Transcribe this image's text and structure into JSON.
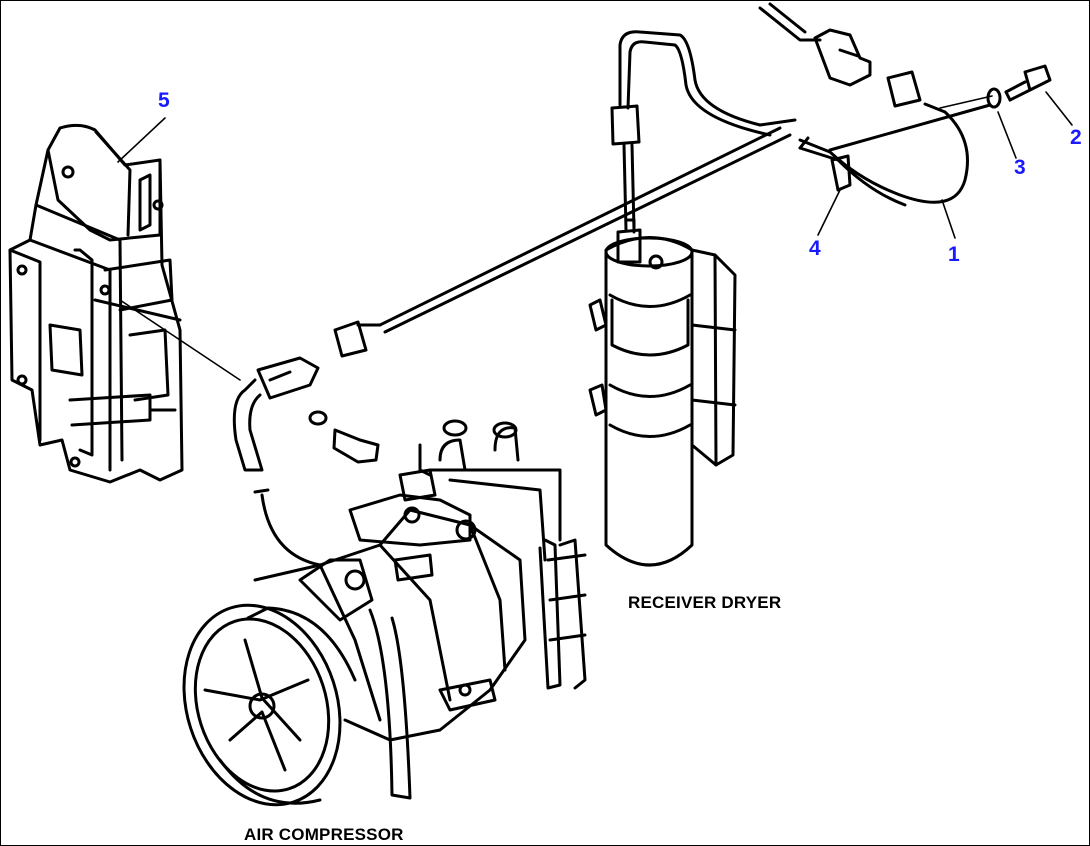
{
  "colors": {
    "line": "#000000",
    "callout": "#1a1aff",
    "background": "#ffffff"
  },
  "callouts": {
    "c1": "1",
    "c2": "2",
    "c3": "3",
    "c4": "4",
    "c5": "5"
  },
  "captions": {
    "receiver_dryer": "RECEIVER DRYER",
    "air_compressor": "AIR COMPRESSOR"
  }
}
